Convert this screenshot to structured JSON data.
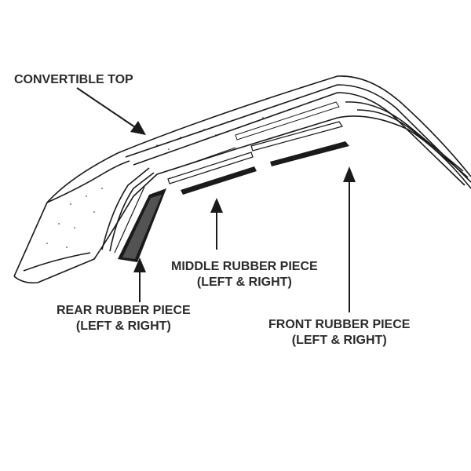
{
  "diagram": {
    "labels": {
      "convertible_top": "CONVERTIBLE TOP",
      "rear_piece_line1": "REAR RUBBER PIECE",
      "rear_piece_line2": "(LEFT & RIGHT)",
      "middle_piece_line1": "MIDDLE RUBBER PIECE",
      "middle_piece_line2": "(LEFT & RIGHT)",
      "front_piece_line1": "FRONT RUBBER PIECE",
      "front_piece_line2": "(LEFT & RIGHT)"
    },
    "colors": {
      "ink": "#1a1a1a",
      "label_text": "#2b2b2b",
      "background": "#ffffff"
    }
  }
}
